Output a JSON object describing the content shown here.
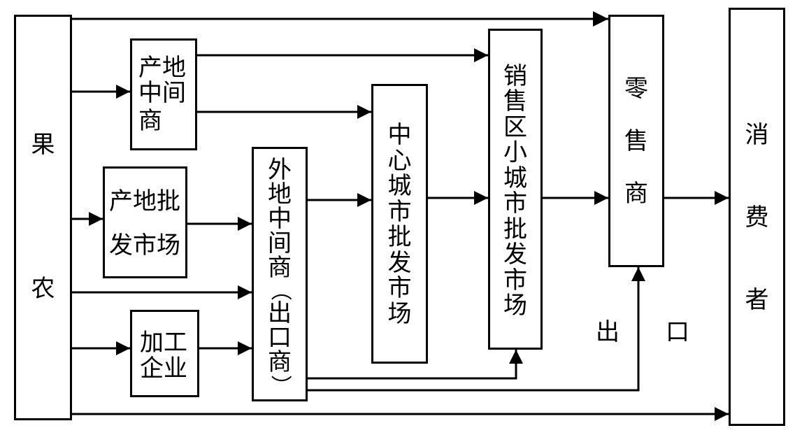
{
  "nodes": {
    "fruit_grower": "果农",
    "origin_middleman": "产地中间商",
    "origin_wholesale": {
      "line1": "产地批",
      "line2": "发市场"
    },
    "processing": {
      "line1": "加工",
      "line2": "企业"
    },
    "nonlocal_middleman": "外地中间商（出口商）",
    "central_wholesale": "中心城市批发市场",
    "sales_wholesale": "销售区小城市批发市场",
    "retailer": "零售商",
    "consumer": "消费者"
  },
  "labels": {
    "export_1": "出",
    "export_2": "口"
  },
  "colors": {
    "line": "#000000",
    "background": "#ffffff"
  }
}
